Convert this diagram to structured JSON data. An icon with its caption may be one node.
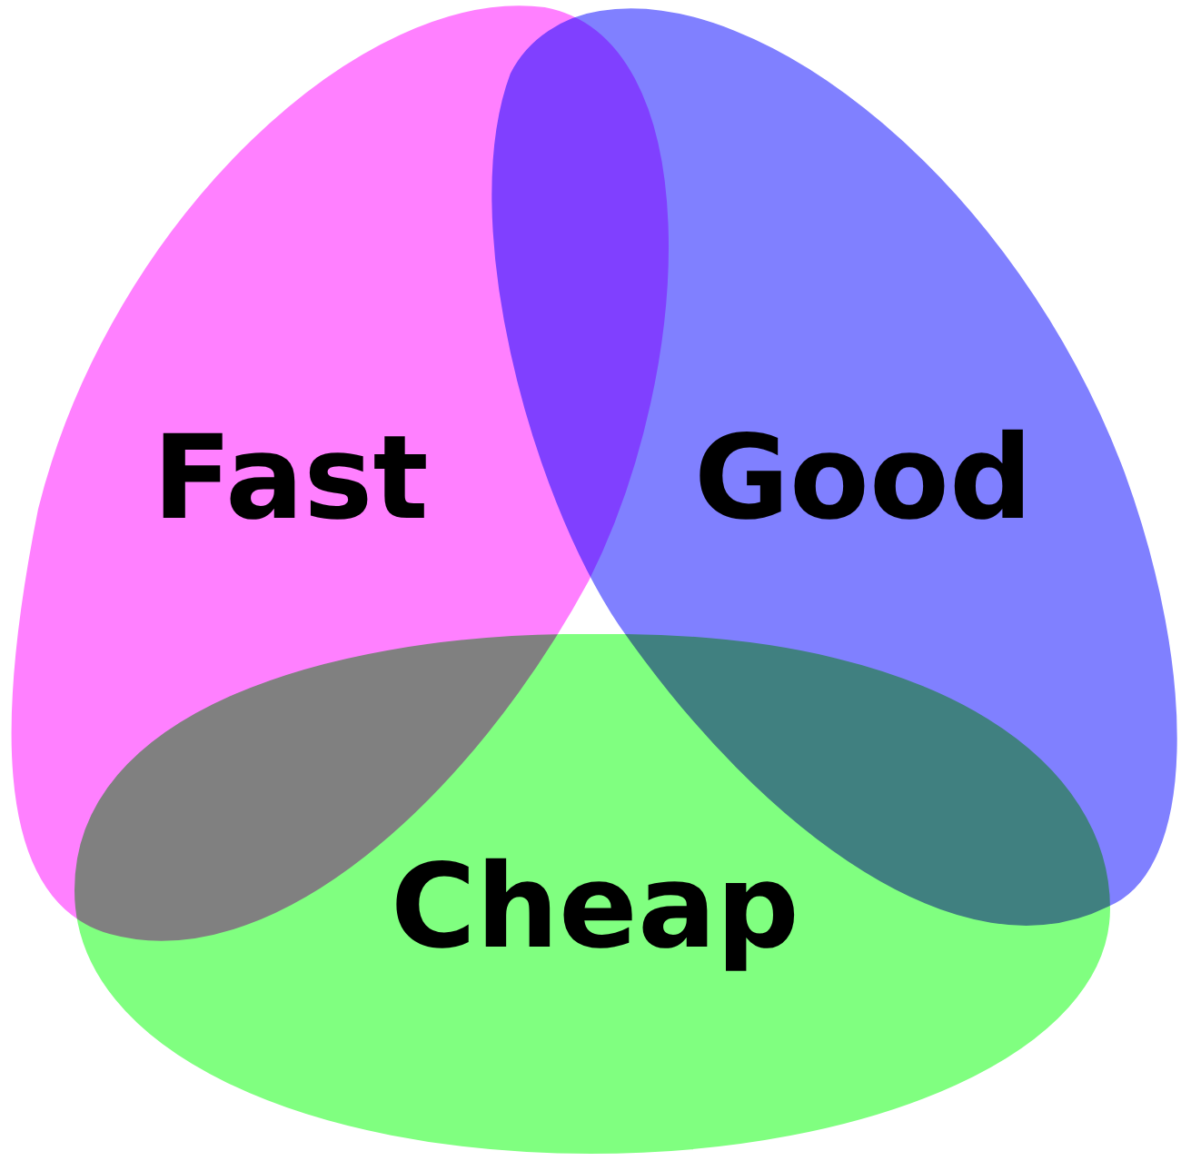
{
  "diagram": {
    "nodes": [
      {
        "text": [
          "Fast"
        ]
      },
      {
        "text": [
          "Good"
        ]
      },
      {
        "text": [
          "Cheap"
        ]
      }
    ]
  }
}
